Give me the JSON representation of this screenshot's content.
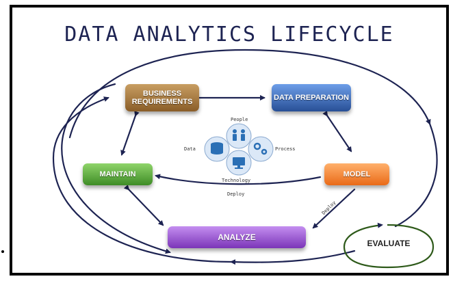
{
  "title": "DATA ANALYTICS LIFECYCLE",
  "stages": {
    "business_requirements": "BUSINESS REQUIREMENTS",
    "data_preparation": "DATA PREPARATION",
    "maintain": "MAINTAIN",
    "model": "MODEL",
    "analyze": "ANALYZE",
    "evaluate": "EVALUATE"
  },
  "center": {
    "people": "People",
    "data": "Data",
    "process": "Process",
    "technology": "Technology"
  },
  "flow_labels": {
    "deploy": "Deploy",
    "deploy_diagonal": "Deploy"
  },
  "colors": {
    "ink": "#1d2352",
    "business": "#8a5d28",
    "preparation": "#284f96",
    "maintain": "#3e8c26",
    "model": "#e96a18",
    "analyze": "#7b35b8",
    "evaluate_ring": "#2e5a1a",
    "center_circle": "#dbe8f7"
  },
  "icons": {
    "people": "people-icon",
    "data": "database-icon",
    "process": "gears-icon",
    "technology": "monitor-icon"
  }
}
